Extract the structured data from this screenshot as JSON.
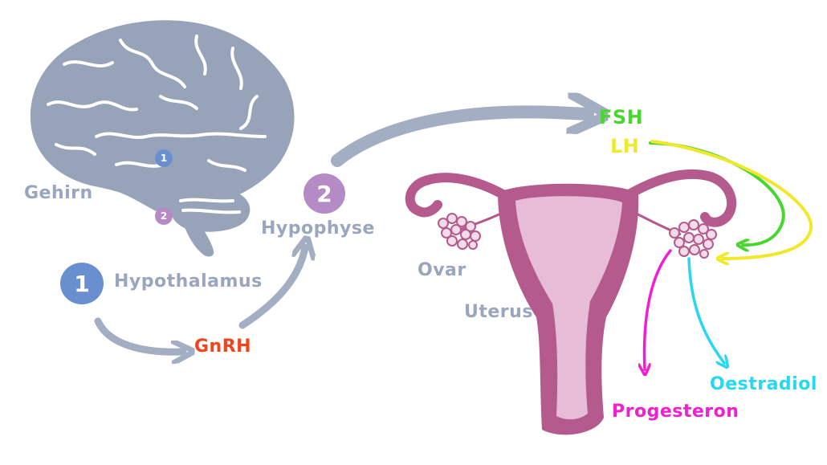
{
  "labels": {
    "gehirn": "Gehirn",
    "hypothalamus": "Hypothalamus",
    "hypophyse": "Hypophyse",
    "gnrh": "GnRH",
    "fsh": "FSH",
    "lh": "LH",
    "ovar": "Ovar",
    "uterus": "Uterus",
    "oestradiol": "Oestradiol",
    "progesteron": "Progesteron"
  },
  "badges": {
    "hypothalamus_number": "1",
    "hypophyse_number": "2",
    "brain_marker_1": "1",
    "brain_marker_2": "2"
  },
  "colors": {
    "grey_label": "#9aa6bd",
    "brain": "#97a3b8",
    "hypothalamus_badge": "#6a8fcf",
    "hypophyse_badge": "#b48bc4",
    "gnrh": "#f2431c",
    "fsh": "#4ad630",
    "lh": "#f2e82a",
    "oestradiol": "#27d8f0",
    "progesteron": "#f020d0",
    "uterus_outer": "#b45a8c",
    "uterus_inner": "#e6bcd6"
  }
}
